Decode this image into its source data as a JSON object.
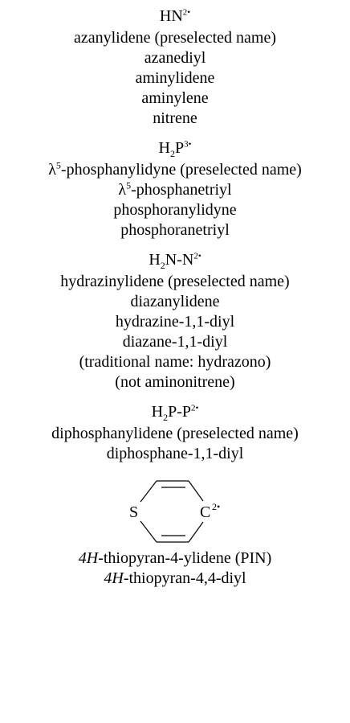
{
  "entries": [
    {
      "formula": {
        "parts": [
          {
            "t": "HN"
          },
          {
            "rad": "2•"
          }
        ]
      },
      "names": [
        "azanylidene (preselected name)",
        "azanediyl",
        "aminylidene",
        "aminylene",
        "nitrene"
      ]
    },
    {
      "formula": {
        "parts": [
          {
            "t": "H"
          },
          {
            "sub": "2"
          },
          {
            "t": "P"
          },
          {
            "rad": "3•"
          }
        ]
      },
      "names": [
        {
          "pre": "λ",
          "sup": "5",
          "post": "-phosphanylidyne (preselected name)"
        },
        {
          "pre": "λ",
          "sup": "5",
          "post": "-phosphanetriyl"
        },
        "phosphoranylidyne",
        "phosphoranetriyl"
      ]
    },
    {
      "formula": {
        "parts": [
          {
            "t": "H"
          },
          {
            "sub": "2"
          },
          {
            "t": "N-N"
          },
          {
            "rad": "2•"
          }
        ]
      },
      "names": [
        "hydrazinylidene (preselected name)",
        "diazanylidene",
        "hydrazine-1,1-diyl",
        "diazane-1,1-diyl",
        "(traditional name: hydrazono)",
        "(not aminonitrene)"
      ]
    },
    {
      "formula": {
        "parts": [
          {
            "t": "H"
          },
          {
            "sub": "2"
          },
          {
            "t": "P-P"
          },
          {
            "rad": "2•"
          }
        ]
      },
      "names": [
        "diphosphanylidene (preselected name)",
        "diphosphane-1,1-diyl"
      ]
    }
  ],
  "ring": {
    "heteroatom": "S",
    "carbon": "C",
    "radical": "2•",
    "names": [
      {
        "italic": "4H",
        "post": "-thiopyran-4-ylidene (PIN)"
      },
      {
        "italic": "4H",
        "post": "-thiopyran-4,4-diyl"
      }
    ]
  }
}
